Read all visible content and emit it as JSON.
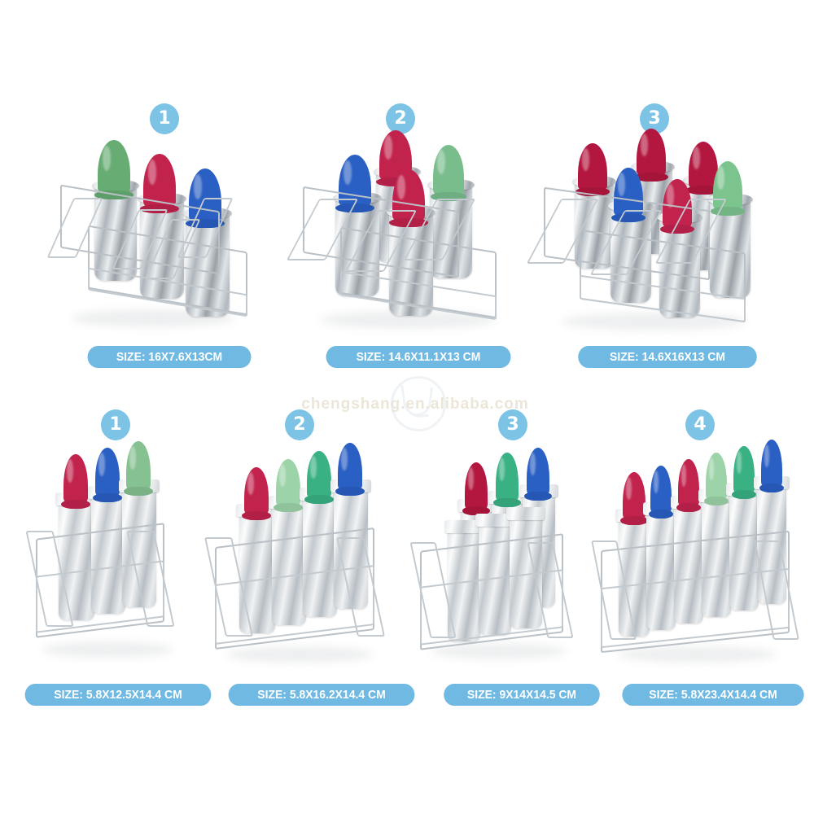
{
  "background_color": "#ffffff",
  "theme": {
    "badge_color": "#7cc3e6",
    "badge_text_color": "#ffffff",
    "pill_color": "#6fb9e3",
    "pill_text_color": "#ffffff",
    "metal_color": "#c8ced3"
  },
  "watermark": {
    "text": "chengshang.en.alibaba.com",
    "logo_name": "alibaba-circle-logo"
  },
  "rows": [
    {
      "row_name": "round-cylinder-molds",
      "products": [
        {
          "badge": "1",
          "size_label": "SIZE: 16X7.6X13CM",
          "mold_count": 3,
          "arrangement": "1x3",
          "lid_colors": [
            "#66ac73",
            "#c2234d",
            "#2a5fc4"
          ]
        },
        {
          "badge": "2",
          "size_label": "SIZE: 14.6X11.1X13 CM",
          "mold_count": 4,
          "arrangement": "2x2",
          "lid_colors": [
            "#2a5fc4",
            "#c2234d",
            "#c2234d",
            "#79bd8d"
          ]
        },
        {
          "badge": "3",
          "size_label": "SIZE: 14.6X16X13 CM",
          "mold_count": 6,
          "arrangement": "2x3",
          "lid_colors": [
            "#b3173f",
            "#b3173f",
            "#b3173f",
            "#2a5fc4",
            "#c2234d",
            "#7cc48e"
          ]
        }
      ]
    },
    {
      "row_name": "rectangular-molds",
      "products": [
        {
          "badge": "1",
          "size_label": "SIZE: 5.8X12.5X14.4 CM",
          "mold_count": 3,
          "arrangement": "1x3",
          "lid_colors": [
            "#c2234d",
            "#2a5fc4",
            "#86c191"
          ]
        },
        {
          "badge": "2",
          "size_label": "SIZE: 5.8X16.2X14.4 CM",
          "mold_count": 4,
          "arrangement": "1x4",
          "lid_colors": [
            "#c2234d",
            "#9dd3a8",
            "#39b183",
            "#2a5fc4"
          ]
        },
        {
          "badge": "3",
          "size_label": "SIZE: 9X14X14.5 CM",
          "mold_count": 6,
          "arrangement": "2x3",
          "lid_colors": [
            "#b3173f",
            "#39b183",
            "#2a5fc4",
            "#9dd3a8",
            "#2a5fc4",
            "#c2234d"
          ]
        },
        {
          "badge": "4",
          "size_label": "SIZE: 5.8X23.4X14.4 CM",
          "mold_count": 6,
          "arrangement": "1x6",
          "lid_colors": [
            "#c2234d",
            "#2a5fc4",
            "#c2234d",
            "#9dd3a8",
            "#39b183",
            "#2a5fc4"
          ]
        }
      ]
    }
  ]
}
